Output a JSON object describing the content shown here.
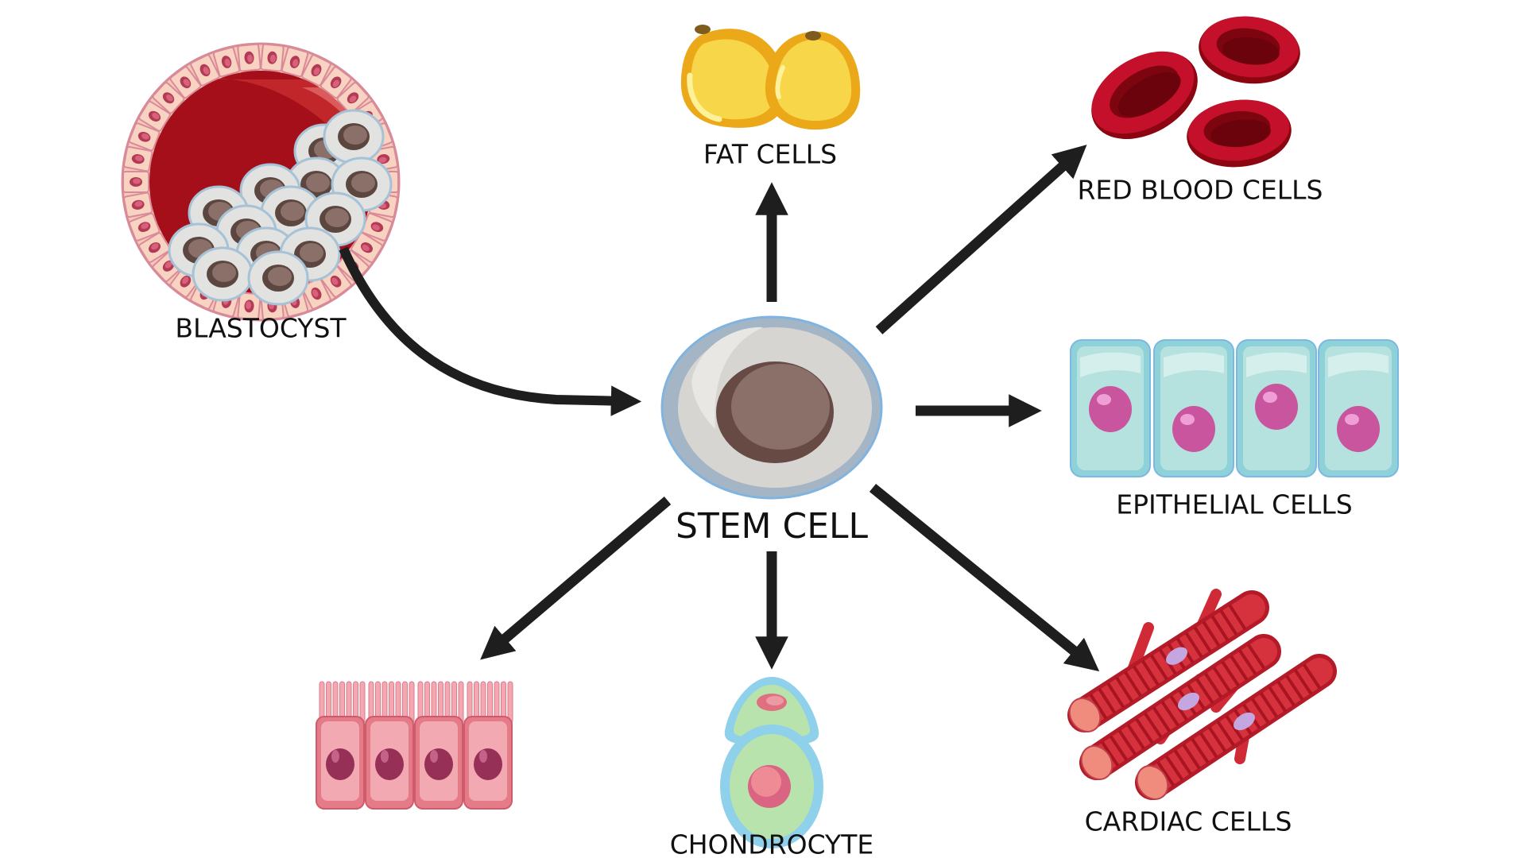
{
  "title": "Stem cell differentiation diagram",
  "labels": {
    "blastocyst": "BLASTOCYST",
    "stem_cell": "STEM CELL",
    "fat_cells": "FAT CELLS",
    "red_blood_cells": "RED BLOOD CELLS",
    "epithelial_cells": "EPITHELIAL CELLS",
    "chondrocyte": "CHONDROCYTE",
    "cardiac_cells": "CARDIAC CELLS",
    "columnar_cells": ""
  },
  "flow": {
    "source": "BLASTOCYST",
    "hub": "STEM CELL",
    "targets": [
      "FAT CELLS",
      "RED BLOOD CELLS",
      "EPITHELIAL CELLS",
      "CARDIAC CELLS",
      "CHONDROCYTE",
      "ciliated columnar cells (unlabeled)"
    ]
  },
  "colors": {
    "arrow": "#1e1e1e",
    "text": "#111111",
    "blastocyst_cavity": "#a50f1a",
    "trophoblast": "#f6c9b5",
    "stem_cytoplasm": "#d6d5d2",
    "stem_membrane": "#a4b6c6",
    "stem_nucleus": "#6b5049",
    "fat": "#f2c21f",
    "rbc": "#b5091e",
    "epithelial": "#9fdad9",
    "epithelial_nucleus": "#c8559e",
    "columnar": "#ec8f9b",
    "chondro_outer": "#8fd0ea",
    "chondro_inner": "#b9e3ad",
    "cardiac": "#c9202e",
    "cardiac_nucleus": "#c4a7e0"
  }
}
